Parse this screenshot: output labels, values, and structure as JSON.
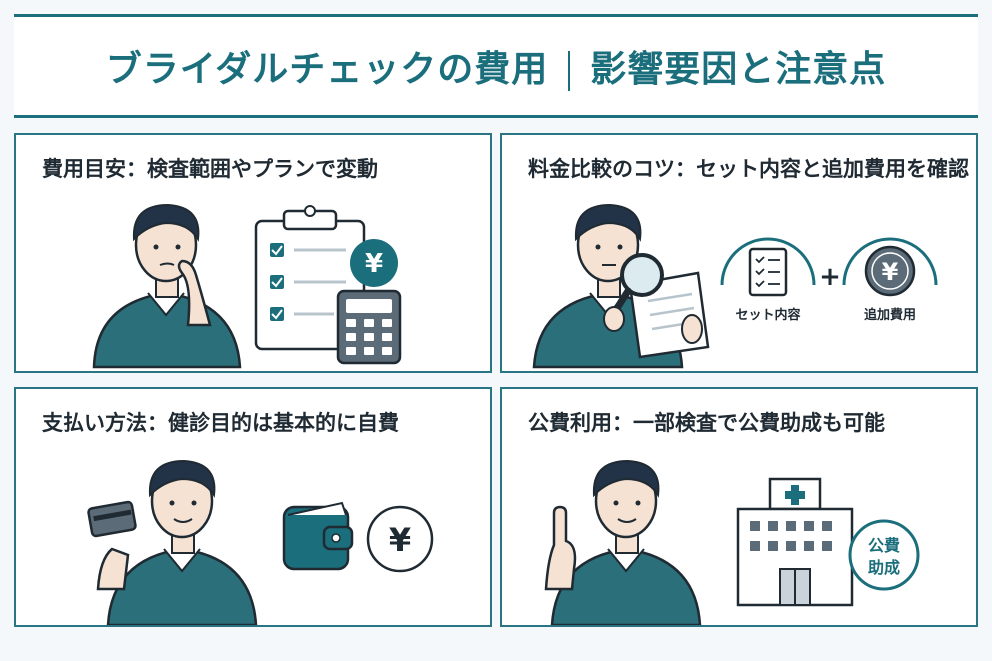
{
  "header": {
    "title_main": "ブライダルチェックの費用",
    "title_sub": "影響要因と注意点"
  },
  "panels": [
    {
      "title": "費用目安：検査範囲やプランで変動",
      "icons": [
        "thinking-man-icon",
        "checklist-clipboard-icon",
        "yen-coin-icon",
        "calculator-icon"
      ]
    },
    {
      "title": "料金比較のコツ：セット内容と追加費用を確認",
      "icons": [
        "man-with-magnifier-icon",
        "checklist-icon",
        "plus-icon",
        "yen-coin-icon"
      ],
      "set_label": "セット内容",
      "extra_label": "追加費用",
      "plus": "+"
    },
    {
      "title": "支払い方法：健診目的は基本的に自費",
      "icons": [
        "man-with-card-icon",
        "wallet-icon",
        "yen-coin-icon"
      ]
    },
    {
      "title": "公費利用：一部検査で公費助成も可能",
      "icons": [
        "man-pointing-up-icon",
        "hospital-icon",
        "subsidy-badge-icon"
      ],
      "badge_line1": "公費",
      "badge_line2": "助成"
    }
  ],
  "symbols": {
    "yen": "¥"
  },
  "colors": {
    "accent": "#1b6e7c",
    "sweater": "#2a6f7a",
    "dark": "#1f2a33",
    "hair": "#223247",
    "skin": "#f6e2d3"
  }
}
